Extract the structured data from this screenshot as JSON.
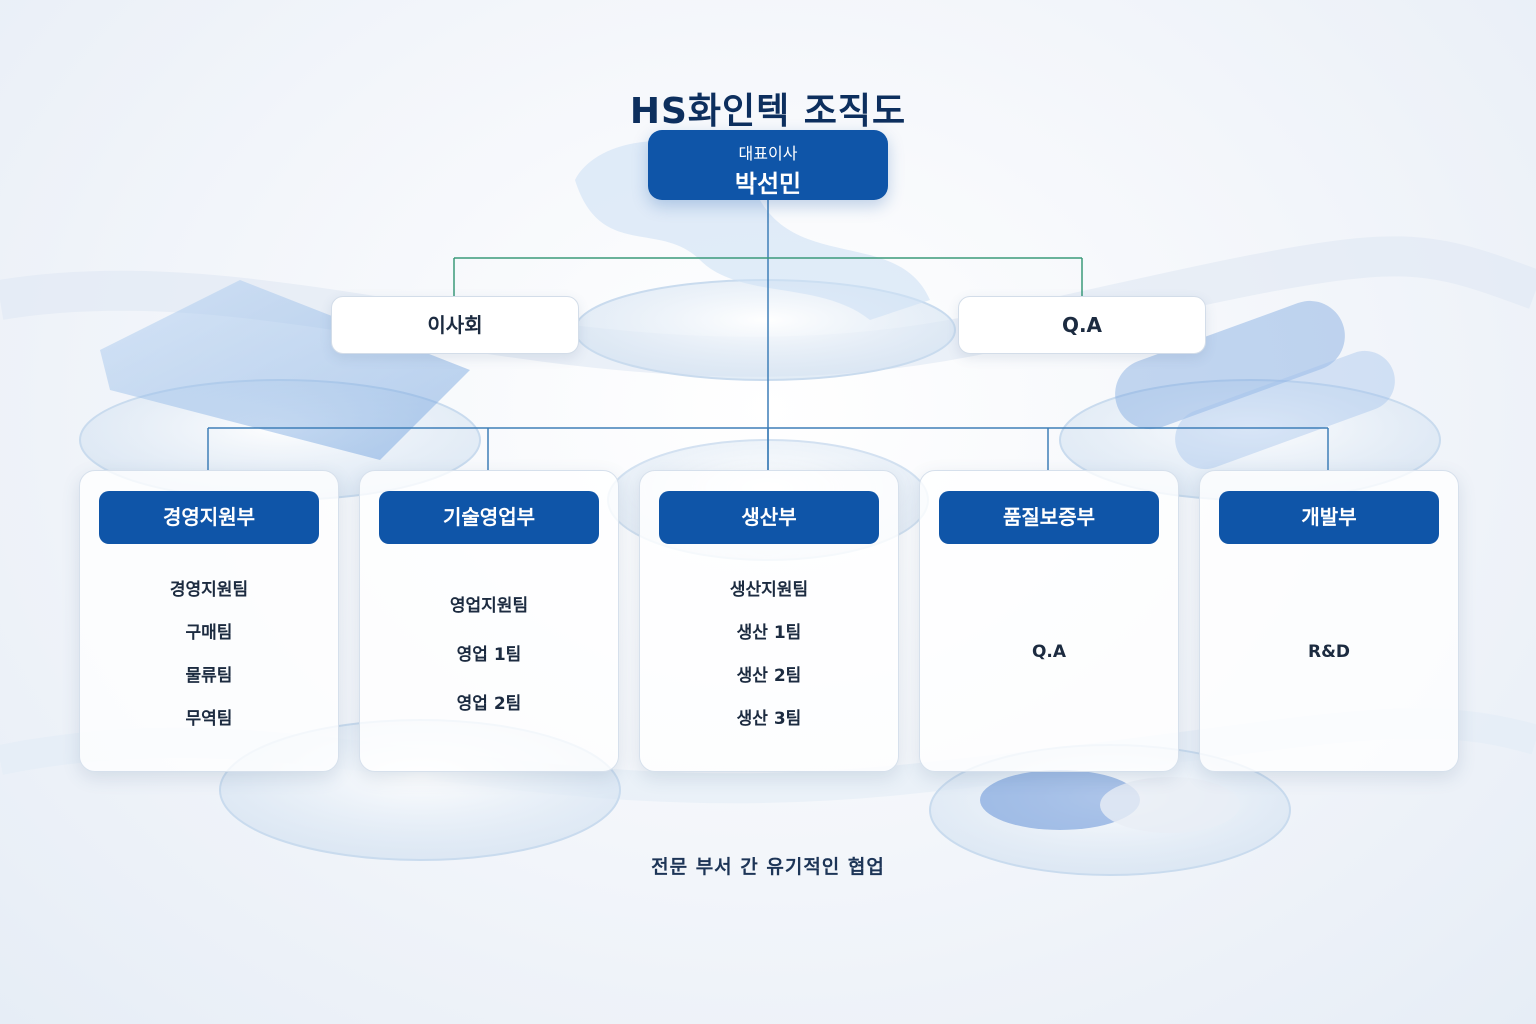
{
  "title": "HS화인텍 조직도",
  "ceo": {
    "role": "대표이사",
    "name": "박선민"
  },
  "board": {
    "label": "이사회"
  },
  "qa_top": {
    "label": "Q.A"
  },
  "departments": [
    {
      "name": "경영지원부",
      "teams": [
        "경영지원팀",
        "구매팀",
        "물류팀",
        "무역팀"
      ]
    },
    {
      "name": "기술영업부",
      "teams": [
        "영업지원팀",
        "영업 1팀",
        "영업 2팀"
      ]
    },
    {
      "name": "생산부",
      "teams": [
        "생산지원팀",
        "생산 1팀",
        "생산 2팀",
        "생산 3팀"
      ]
    },
    {
      "name": "품질보증부",
      "teams": [
        "Q.A"
      ]
    },
    {
      "name": "개발부",
      "teams": [
        "R&D"
      ]
    }
  ],
  "footer": "전문 부서 간 유기적인 협업",
  "colors": {
    "primary": "#0f55a8",
    "title": "#0d2f5e",
    "connector_blue": "#3f7fb8",
    "connector_green": "#3a9a7a"
  }
}
